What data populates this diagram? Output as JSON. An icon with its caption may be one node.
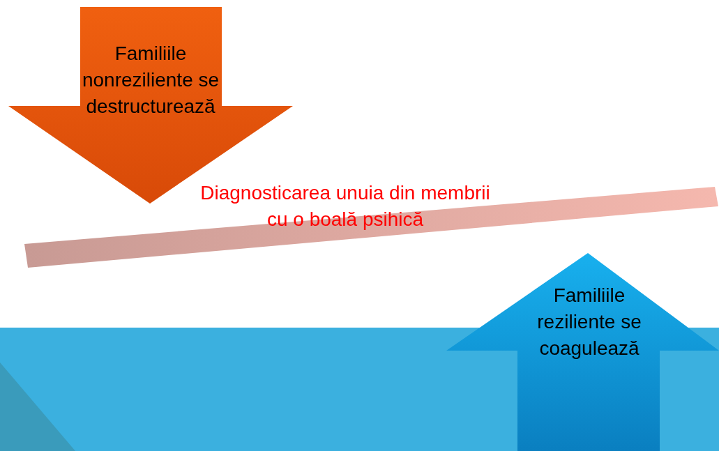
{
  "diagram": {
    "nodes": [
      {
        "text": [
          "Familiile nonreziliente se destructurează"
        ]
      },
      {
        "text": [
          "Diagnosticarea unuia din membrii cu o boală psihică"
        ]
      },
      {
        "text": [
          "Familiile reziliente se coagulează"
        ]
      }
    ]
  }
}
